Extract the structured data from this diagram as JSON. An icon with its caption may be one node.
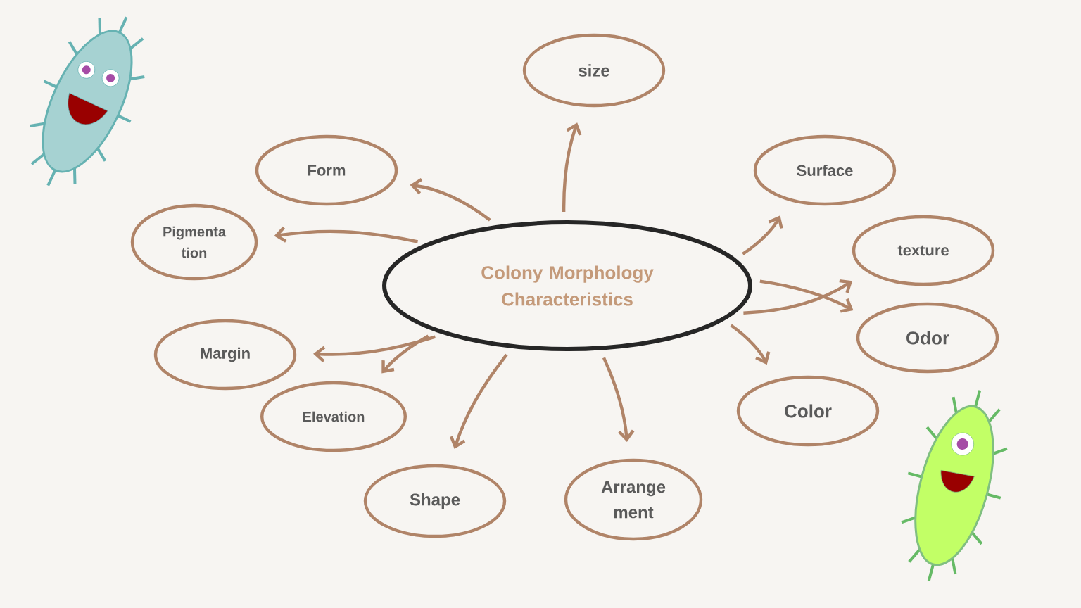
{
  "diagram": {
    "nodes": [
      {
        "text": [
          "Colony Morphology Characteristics"
        ]
      },
      {
        "text": [
          "size"
        ]
      },
      {
        "text": [
          "Surface"
        ]
      },
      {
        "text": [
          "texture"
        ]
      },
      {
        "text": [
          "Odor"
        ]
      },
      {
        "text": [
          "Color"
        ]
      },
      {
        "text": [
          "Arrange ment"
        ]
      },
      {
        "text": [
          "Shape"
        ]
      },
      {
        "text": [
          "Elevation"
        ]
      },
      {
        "text": [
          "Margin"
        ]
      },
      {
        "text": [
          "Pigmenta tion"
        ]
      },
      {
        "text": [
          "Form"
        ]
      }
    ],
    "edges": [
      {
        "from": 0,
        "to": 1,
        "arrow": "to"
      },
      {
        "from": 0,
        "to": 2,
        "arrow": "to"
      },
      {
        "from": 0,
        "to": 3,
        "arrow": "to"
      },
      {
        "from": 0,
        "to": 4,
        "arrow": "to"
      },
      {
        "from": 0,
        "to": 5,
        "arrow": "to"
      },
      {
        "from": 0,
        "to": 6,
        "arrow": "to"
      },
      {
        "from": 0,
        "to": 7,
        "arrow": "to"
      },
      {
        "from": 0,
        "to": 8,
        "arrow": "to"
      },
      {
        "from": 0,
        "to": 9,
        "arrow": "to"
      },
      {
        "from": 0,
        "to": 10,
        "arrow": "to"
      },
      {
        "from": 0,
        "to": 11,
        "arrow": "to"
      }
    ]
  }
}
